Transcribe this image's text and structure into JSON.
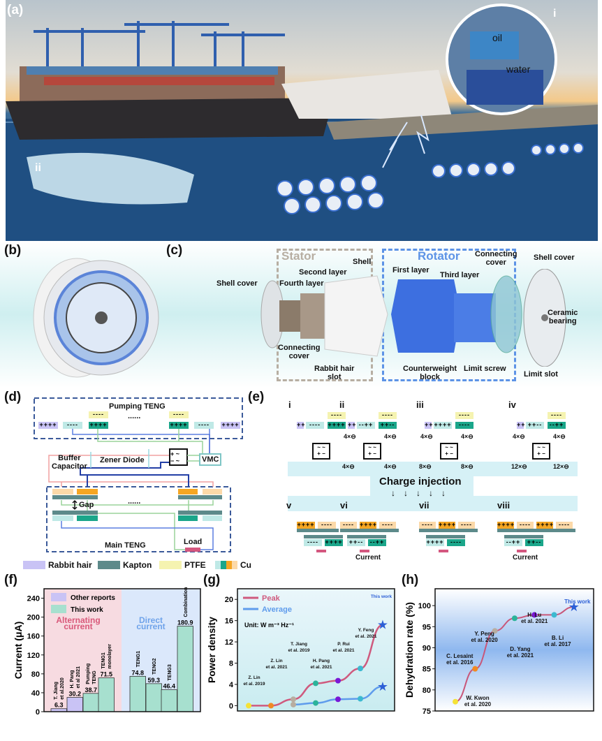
{
  "panels": {
    "a": "(a)",
    "b": "(b)",
    "c": "(c)",
    "d": "(d)",
    "e": "(e)",
    "f": "(f)",
    "g": "(g)",
    "h": "(h)"
  },
  "scene": {
    "inset_i": "i",
    "oil": "oil",
    "water": "water",
    "inset_ii": "ii"
  },
  "c": {
    "stator": "Stator",
    "rotator": "Rotator",
    "labels": {
      "shell_cover_left": "Shell cover",
      "fourth_layer": "Fourth layer",
      "second_layer": "Second layer",
      "shell": "Shell",
      "connecting_cover_left": "Connecting\ncover",
      "rabbit_hair_slot": "Rabbit hair\nslot",
      "first_layer": "First layer",
      "third_layer": "Third layer",
      "connecting_cover_right": "Connecting\ncover",
      "shell_cover_right": "Shell cover",
      "ceramic_bearing": "Ceramic\nbearing",
      "counterweight_block": "Counterweight\nblock",
      "limit_screw": "Limit screw",
      "limit_slot": "Limit slot"
    }
  },
  "d": {
    "pumping": "Pumping TENG",
    "buffer": "Buffer\nCapacitor",
    "zener": "Zener Diode",
    "vmc": "VMC",
    "gap": "Gap",
    "main": "Main TENG",
    "load": "Load",
    "dots": "......",
    "pump_row": [
      "++++",
      "----",
      "++++",
      "----",
      "++++",
      "----",
      "++++",
      "----"
    ],
    "rect_plus": "+",
    "rect_tilde": "~",
    "rect_minus": "−"
  },
  "e": {
    "charge_injection": "Charge injection",
    "top": [
      {
        "label": "i",
        "boxes": [
          "++",
          "----",
          "++++"
        ],
        "ptfe": "----",
        "e_top": [
          "",
          ""
        ],
        "e_bot": [
          "",
          ""
        ]
      },
      {
        "label": "ii",
        "boxes": [
          "++",
          "--++",
          "++--"
        ],
        "ptfe": "----",
        "e_top": [
          "4×⊖",
          "4×⊖"
        ],
        "e_bot": [
          "4×⊖",
          "4×⊖"
        ]
      },
      {
        "label": "iii",
        "boxes": [
          "++",
          "++++",
          "----"
        ],
        "ptfe": "----",
        "e_top": [
          "4×⊖",
          "4×⊖"
        ],
        "e_bot": [
          "8×⊖",
          "8×⊖"
        ]
      },
      {
        "label": "iv",
        "boxes": [
          "++",
          "++--",
          "--++"
        ],
        "ptfe": "----",
        "e_top": [
          "4×⊖",
          "4×⊖"
        ],
        "e_bot": [
          "12×⊖",
          "12×⊖"
        ]
      }
    ],
    "rect_top": "~ ~",
    "rect_bot": "+ −",
    "bottom": [
      {
        "label": "v",
        "up": [
          "++++",
          "----"
        ],
        "down": [
          "----",
          "++++"
        ],
        "current": ""
      },
      {
        "label": "vi",
        "up": [
          "----",
          "++++",
          "----"
        ],
        "down": [
          "++--",
          "--++"
        ],
        "current": "Current"
      },
      {
        "label": "vii",
        "up": [
          "----",
          "++++",
          "----"
        ],
        "down": [
          "++++",
          "----"
        ],
        "current": ""
      },
      {
        "label": "viii",
        "up": [
          "++++",
          "----",
          "++++",
          "----"
        ],
        "down": [
          "--++",
          "++--"
        ],
        "current": "Current"
      }
    ]
  },
  "legend": [
    {
      "label": "Rabbit hair",
      "color": "#c9c3f5"
    },
    {
      "label": "Kapton",
      "color": "#5d8a8a"
    },
    {
      "label": "PTFE",
      "color": "#f5f3b0"
    },
    {
      "label": "Cu",
      "color": "#f3a52c"
    }
  ],
  "colors": {
    "teal": "#1aa68a",
    "light_teal": "#bfe9e6",
    "orange": "#f5a623",
    "light_orange": "#fcd9a8",
    "kapton": "#5d8a8a",
    "purple": "#c9c3f5",
    "ptfe": "#f5f3b0",
    "load": "#d4577f"
  },
  "chart_data": [
    {
      "id": "f",
      "type": "bar",
      "ylabel": "Current (μA)",
      "ylim": [
        0,
        260
      ],
      "yticks": [
        0,
        40,
        80,
        120,
        160,
        200,
        240
      ],
      "legend": [
        "Other reports",
        "This work"
      ],
      "regions": [
        {
          "label": "Alternating\ncurrent",
          "color": "#d9587a"
        },
        {
          "label": "Direct\ncurrent",
          "color": "#6fa3ea"
        }
      ],
      "categories": [
        "T. Jiang\net al.2020",
        "H. Pang\net al 2021",
        "Pumping\nTENG",
        "TENG1\nmonolayer",
        "TENG1",
        "TENG2",
        "TENG3",
        "Combination"
      ],
      "values": [
        6.3,
        30.2,
        38.7,
        71.5,
        74.8,
        59.3,
        46.4,
        180.9
      ],
      "series": [
        "Other reports",
        "Other reports",
        "This work",
        "This work",
        "This work",
        "This work",
        "This work",
        "This work"
      ],
      "region": [
        0,
        0,
        0,
        0,
        1,
        1,
        1,
        1
      ]
    },
    {
      "id": "g",
      "type": "line",
      "ylabel": "Power density",
      "ylim": [
        -1,
        22
      ],
      "yticks": [
        0,
        4,
        8,
        12,
        16,
        20
      ],
      "unit": "Unit: W m⁻³ Hz⁻¹",
      "categories": [
        "Z. Lin\net al. 2019",
        "Z. Lin\net al. 2021",
        "T. Jiang\net al. 2019",
        "H. Pang\net al. 2021",
        "P. Rui\net al. 2021",
        "Y. Feng\net al. 2021",
        "This work"
      ],
      "series": [
        {
          "name": "Peak",
          "color": "#cf5a7e",
          "values": [
            0,
            0,
            1.2,
            4.2,
            4.7,
            7.0,
            15.2
          ]
        },
        {
          "name": "Average",
          "color": "#5f9cec",
          "values": [
            null,
            null,
            0.2,
            0.5,
            1.2,
            1.3,
            3.6
          ]
        }
      ]
    },
    {
      "id": "h",
      "type": "line",
      "ylabel": "Dehydration rate (%)",
      "ylim": [
        75,
        104
      ],
      "yticks": [
        75,
        80,
        85,
        90,
        95,
        100
      ],
      "categories": [
        "W. Kwon\net al. 2020",
        "C. Lesaint\net al. 2016",
        "Y. Peng\net al. 2020",
        "D. Yang\net al. 2021",
        "H. Lu\net al. 2021",
        "B. Li\net al. 2017",
        "This work"
      ],
      "values": [
        77.2,
        85.0,
        94.0,
        97.0,
        97.8,
        97.8,
        99.7
      ]
    }
  ]
}
